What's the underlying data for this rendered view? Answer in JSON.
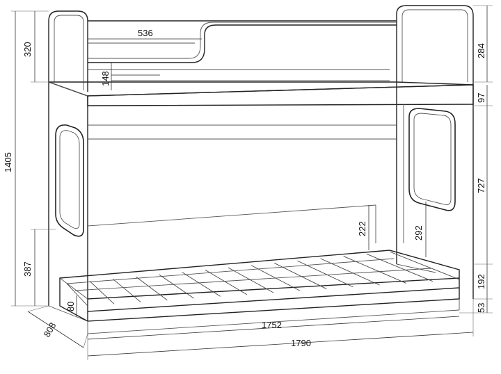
{
  "dimensions": {
    "top_rail_length": "536",
    "top_rail_height": "320",
    "right_top_height": "284",
    "inner_gap": "148",
    "frame_band": "97",
    "total_height": "1405",
    "window_height": "727",
    "bed_clearance_left": "387",
    "center_height": "222",
    "right_lower_height": "292",
    "drawer_height": "192",
    "base_height": "53",
    "slat_offset": "80",
    "depth": "808",
    "inner_length": "1752",
    "total_length": "1790"
  }
}
